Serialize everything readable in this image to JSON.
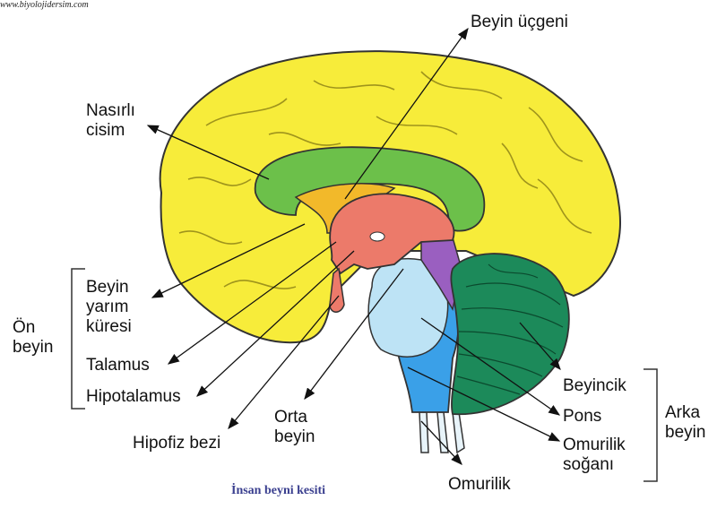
{
  "watermark": "www.biyolojidersim.com",
  "caption": "İnsan beyni kesiti",
  "labels": {
    "beyin_ucgeni": "Beyin üçgeni",
    "nasirli_cisim": "Nasırlı\ncisim",
    "beyin_yarim_kuresi": "Beyin\nyarım\nküresi",
    "on_beyin": "Ön\nbeyin",
    "talamus": "Talamus",
    "hipotalamus": "Hipotalamus",
    "hipofiz_bezi": "Hipofiz bezi",
    "orta_beyin": "Orta\nbeyin",
    "beyincik": "Beyincik",
    "pons": "Pons",
    "omurilik_sogani": "Omurilik\nsoğanı",
    "arka_beyin": "Arka\nbeyin",
    "omurilik": "Omurilik"
  },
  "colors": {
    "cerebrum": "#f7ec3a",
    "corpus_callosum": "#6cc04a",
    "fornix": "#f2b92a",
    "thalamus": "#ec7a6a",
    "midbrain": "#9a5fc0",
    "pons": "#bde3f5",
    "medulla": "#3aa0e8",
    "cerebellum": "#1c8a5a"
  }
}
